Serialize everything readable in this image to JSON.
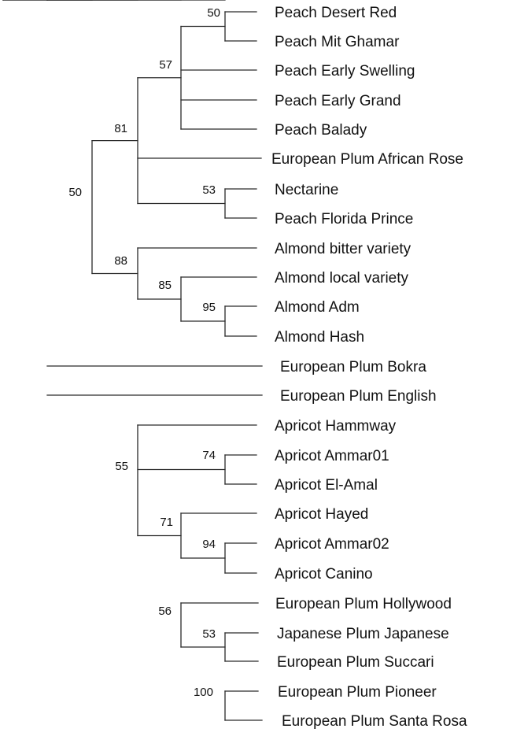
{
  "tree": {
    "leaves": [
      "Peach Desert Red",
      "Peach Mit Ghamar",
      "Peach Early Swelling",
      "Peach Early Grand",
      "Peach Balady",
      "European Plum African Rose",
      "Nectarine",
      "Peach Florida Prince",
      "Almond bitter variety",
      "Almond local variety",
      "Almond Adm",
      "Almond Hash",
      "European Plum Bokra",
      "European Plum English",
      "Apricot Hammway",
      "Apricot Ammar01",
      "Apricot El-Amal",
      "Apricot Hayed",
      "Apricot Ammar02",
      "Apricot Canino",
      "European Plum Hollywood",
      "Japanese Plum Japanese",
      "European Plum Succari",
      "European Plum Pioneer",
      "European Plum Santa Rosa"
    ],
    "clades": [
      {
        "support": "50",
        "children": [
          0,
          1
        ]
      },
      {
        "support": "57",
        "children": [
          "c0",
          2,
          3,
          4
        ]
      },
      {
        "support": "53",
        "children": [
          6,
          7
        ]
      },
      {
        "support": "81",
        "children": [
          "c1",
          5,
          "c2"
        ]
      },
      {
        "support": "95",
        "children": [
          10,
          11
        ]
      },
      {
        "support": "85",
        "children": [
          9,
          "c4"
        ]
      },
      {
        "support": "88",
        "children": [
          8,
          "c5"
        ]
      },
      {
        "support": "50",
        "children": [
          "c3",
          "c6"
        ]
      },
      {
        "support": "74",
        "children": [
          15,
          16
        ]
      },
      {
        "support": "55",
        "children": [
          14,
          "c8",
          "c10"
        ]
      },
      {
        "support": "94",
        "children": [
          18,
          19
        ]
      },
      {
        "support": "71",
        "children": [
          17,
          "c10b"
        ]
      },
      {
        "support": "53",
        "children": [
          21,
          22
        ]
      },
      {
        "support": "56",
        "children": [
          20,
          "c12"
        ]
      },
      {
        "support": "100",
        "children": [
          23,
          24
        ]
      }
    ]
  }
}
